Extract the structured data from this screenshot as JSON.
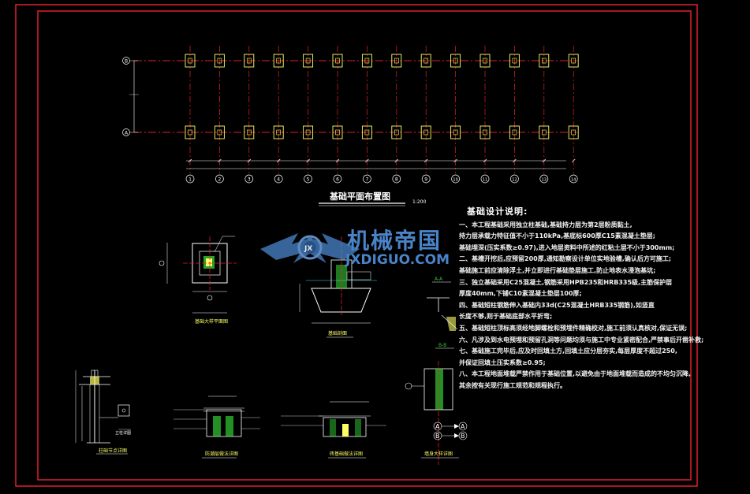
{
  "drawing": {
    "plan_title": "基础平面布置图",
    "plan_scale": "1:200",
    "grid_row_labels": [
      "B",
      "A"
    ],
    "grid_col_labels": [
      "1",
      "2",
      "3",
      "4",
      "5",
      "6",
      "7",
      "8",
      "9",
      "10",
      "11",
      "12",
      "13",
      "14"
    ],
    "detail_labels": {
      "footing_plan": "基础大样平面图",
      "footing_section": "基础剖面",
      "column_detail": "柱础节点详图",
      "post_detail": "立柱详图",
      "foundation_detail_a": "防潮层做法详图",
      "foundation_detail_b": "砖基础做法详图",
      "wall_detail": "墙身大样详图",
      "section_a": "A-A",
      "section_b": "B-B",
      "section_mark_a": "A",
      "section_mark_b": "B"
    },
    "colors": {
      "frame": "#e0202a",
      "axis": "#e0202a",
      "footing": "#ffff66",
      "dim": "#ffffff",
      "cyan": "#33e0e0",
      "green": "#33cc33",
      "magenta": "#e040e0",
      "watermark": "#4a84c8"
    }
  },
  "notes": {
    "title": "基础设计说明:",
    "lines": [
      "一、本工程基础采用独立柱基础,基础持力层为第2层粉质黏土,",
      "    持力层承载力特征值不小于110kPa,基底标600厚C15素混凝土垫层;",
      "    基础埋深(压实系数≥0.97),进入地层资料中所述的红粘土层不小于300mm;",
      "二、基槽开挖后,应预留200厚,通知勘察设计单位实地验槽,确认后方可施工;",
      "    基础施工前应清除浮土,并立即进行基础垫层施工,防止地表水浸泡基坑;",
      "三、独立基础采用C25混凝土,钢筋采用HPB235和HRB335级,主筋保护层",
      "    厚度40mm,下铺C10素混凝土垫层100厚;",
      "四、基础短柱钢筋伸入基础内33d(C25混凝土HRB335钢筋),如竖直",
      "    长度不够,则于基础底部水平折弯;",
      "五、基础短柱顶标高须经地脚螺栓和预埋件精确校对,施工前须认真核对,保证无误;",
      "六、凡涉及到水电预埋和预留孔洞等问题均须与施工中专业紧密配合,严禁事后开凿补救;",
      "七、基础施工完毕后,应及时回填土方,回填土应分层夯实,每层厚度不超过250,",
      "    并保证回填土压实系数≥0.95;",
      "八、本工程地面堆载严禁作用于基础位置,以避免由于地面堆载而造成的不均匀沉降,",
      "    其余按有关现行施工规范和规程执行。"
    ]
  },
  "watermark": {
    "cn": "机械帝国",
    "en": "JXDIGUO.COM"
  }
}
